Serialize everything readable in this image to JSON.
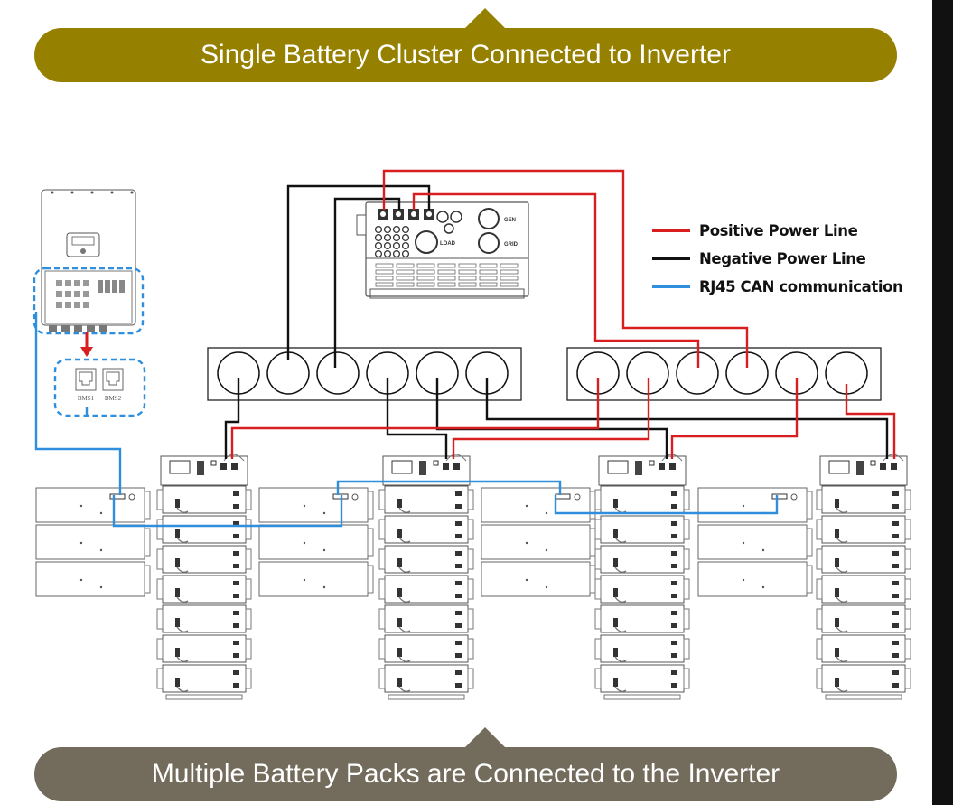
{
  "header": {
    "title": "Single Battery Cluster Connected to Inverter",
    "color": "#968000"
  },
  "footer": {
    "title": "Multiple Battery Packs are Connected to the Inverter",
    "color": "#736c5c"
  },
  "legend": {
    "items": [
      {
        "label": "Positive Power Line",
        "color": "#d81e1e"
      },
      {
        "label": "Negative Power Line",
        "color": "#111111"
      },
      {
        "label": "RJ45 CAN communication",
        "color": "#2f8fdc"
      }
    ]
  },
  "inverter_wall": {
    "ports": [
      "BMS1",
      "BMS2"
    ]
  },
  "inverter_box": {
    "labels": [
      "LOAD",
      "GEN",
      "GRID"
    ]
  },
  "combiners": [
    {
      "name": "combiner-negative",
      "terminals": 6
    },
    {
      "name": "combiner-positive",
      "terminals": 6
    }
  ],
  "battery_towers": [
    {
      "modules": 7
    },
    {
      "modules": 7
    },
    {
      "modules": 7
    },
    {
      "modules": 7
    }
  ],
  "battery_packs": [
    {
      "modules": 3
    },
    {
      "modules": 3
    },
    {
      "modules": 3
    },
    {
      "modules": 3
    }
  ]
}
